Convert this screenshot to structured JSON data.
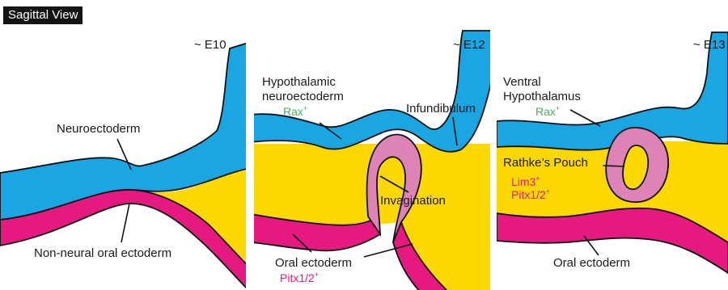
{
  "title": "Sagittal View",
  "colors": {
    "neuroectoderm": "#1aa6e2",
    "oral_ectoderm": "#e5197f",
    "pouch": "#dd83b5",
    "mesenchyme": "#fcd800",
    "rax_green": "#4cae62",
    "marker_pink": "#e5197f"
  },
  "panels": [
    {
      "stage": "~ E10",
      "labels": {
        "neuroectoderm": "Neuroectoderm",
        "non_neural": "Non-neural oral ectoderm"
      }
    },
    {
      "stage": "~ E12",
      "labels": {
        "hypothalamic_1": "Hypothalamic",
        "hypothalamic_2": "neuroectoderm",
        "rax": "Rax",
        "rax_sup": "+",
        "infundibulum": "Infundibulum",
        "invagination": "Invagination",
        "oral_ectoderm": "Oral ectoderm",
        "pitx": "Pitx1/2",
        "pitx_sup": "+"
      }
    },
    {
      "stage": "~ E13",
      "labels": {
        "ventral_1": "Ventral",
        "ventral_2": "Hypothalamus",
        "rax": "Rax",
        "rax_sup": "+",
        "rathkes": "Rathke’s Pouch",
        "lim3": "Lim3",
        "lim3_sup": "+",
        "pitx": "Pitx1/2",
        "pitx_sup": "+",
        "oral_ectoderm": "Oral ectoderm"
      }
    }
  ]
}
